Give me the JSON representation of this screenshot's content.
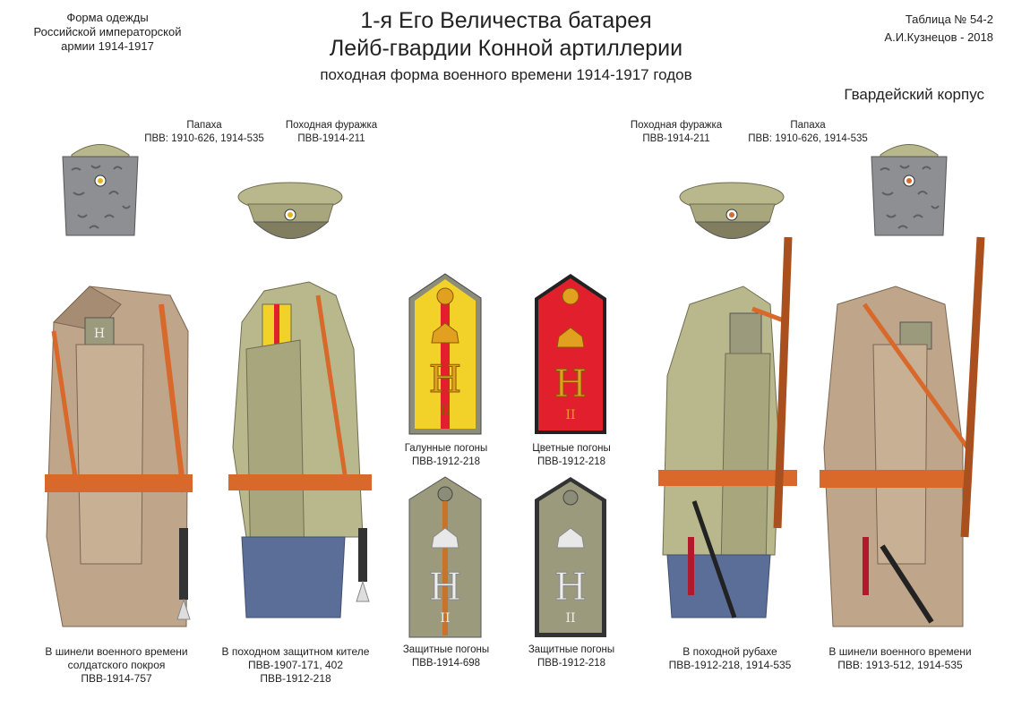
{
  "header": {
    "left": [
      "Форма одежды",
      "Российской императорской",
      "армии  1914-1917"
    ],
    "title_line1": "1-я Его Величества батарея",
    "title_line2": "Лейб-гвардии Конной артиллерии",
    "subtitle": "походная форма военного времени 1914-1917 годов",
    "table_number": "Таблица № 54-2",
    "author": "А.И.Кузнецов - 2018",
    "corps": "Гвардейский корпус"
  },
  "headwear": [
    {
      "name": "Папаха",
      "ref": "ПВВ: 1910-626, 1914-535"
    },
    {
      "name": "Походная фуражка",
      "ref": "ПВВ-1914-211"
    },
    {
      "name": "Походная фуражка",
      "ref": "ПВВ-1914-211"
    },
    {
      "name": "Папаха",
      "ref": "ПВВ: 1910-626, 1914-535"
    }
  ],
  "shoulder_boards": [
    {
      "name": "Галунные погоны",
      "ref": "ПВВ-1912-218"
    },
    {
      "name": "Цветные погоны",
      "ref": "ПВВ-1912-218"
    },
    {
      "name": "Защитные погоны",
      "ref": "ПВВ-1914-698"
    },
    {
      "name": "Защитные  погоны",
      "ref": "ПВВ-1912-218"
    }
  ],
  "monogram_numeral": "II",
  "figures": [
    {
      "lines": [
        "В шинели военного времени",
        "солдатского покроя",
        "ПВВ-1914-757"
      ]
    },
    {
      "lines": [
        "В походном защитном кителе",
        "ПВВ-1907-171, 402",
        "ПВВ-1912-218"
      ]
    },
    {
      "lines": [
        "В походной рубахе",
        "ПВВ-1912-218, 1914-535"
      ]
    },
    {
      "lines": [
        "В шинели военного времени",
        "ПВВ: 1913-512, 1914-535"
      ]
    }
  ],
  "colors": {
    "greatcoat": "#bfa58a",
    "khaki": "#b9b88d",
    "belt": "#d9692a",
    "breeches": "#5b6e98",
    "papakha": "#8d8f93",
    "board_red": "#e21f2d",
    "board_yellow": "#f2d229",
    "board_khaki": "#9c9a7c"
  }
}
